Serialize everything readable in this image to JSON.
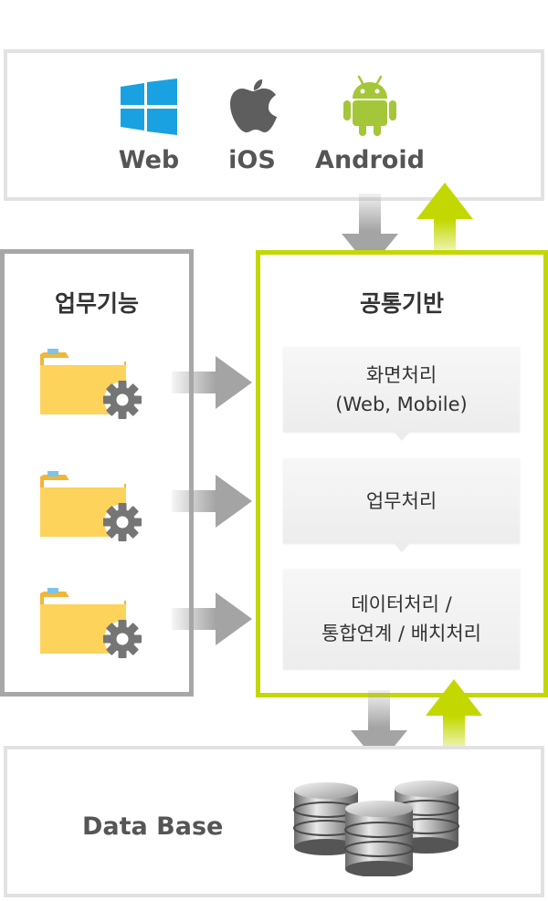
{
  "platforms": {
    "items": [
      {
        "label": "Web",
        "icon": "windows-icon"
      },
      {
        "label": "iOS",
        "icon": "apple-icon"
      },
      {
        "label": "Android",
        "icon": "android-icon"
      }
    ]
  },
  "business_functions": {
    "title": "업무기능",
    "items": [
      {
        "icon": "folder-gear-icon"
      },
      {
        "icon": "folder-gear-icon"
      },
      {
        "icon": "folder-gear-icon"
      }
    ]
  },
  "common_foundation": {
    "title": "공통기반",
    "layers": [
      {
        "line1": "화면처리",
        "line2": "(Web, Mobile)"
      },
      {
        "line1": "업무처리",
        "line2": ""
      },
      {
        "line1": "데이터처리 /",
        "line2": "통합연계 / 배치처리"
      }
    ]
  },
  "database": {
    "label": "Data Base",
    "icon": "database-icon"
  },
  "colors": {
    "accent_green": "#c3d800",
    "arrow_gray": "#a4a4a4",
    "folder_yellow": "#fdd35c",
    "gear_gray": "#757575",
    "windows_blue": "#1aa1e1",
    "android_green": "#a4c639",
    "apple_gray": "#5e5e5e"
  }
}
